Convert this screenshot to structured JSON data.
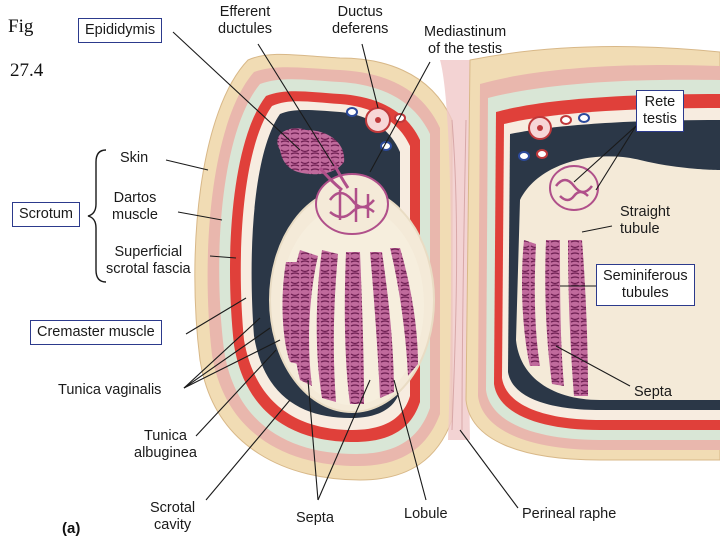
{
  "figure": {
    "fig_word": "Fig",
    "fig_number": "27.4",
    "part_label": "(a)"
  },
  "labels": {
    "epididymis": "Epididymis",
    "efferent_ductules": [
      "Efferent",
      "ductules"
    ],
    "ductus_deferens": [
      "Ductus",
      "deferens"
    ],
    "mediastinum": [
      "Mediastinum",
      "of the testis"
    ],
    "rete_testis": [
      "Rete",
      "testis"
    ],
    "skin": "Skin",
    "dartos_muscle": [
      "Dartos",
      "muscle"
    ],
    "scrotum": "Scrotum",
    "superficial_scrotal_fascia": [
      "Superficial",
      "scrotal fascia"
    ],
    "straight_tubule": [
      "Straight",
      "tubule"
    ],
    "seminiferous_tubules": [
      "Seminiferous",
      "tubules"
    ],
    "cremaster_muscle": "Cremaster muscle",
    "tunica_vaginalis": "Tunica vaginalis",
    "tunica_albuginea": [
      "Tunica",
      "albuginea"
    ],
    "septa_right": "Septa",
    "scrotal_cavity": [
      "Scrotal",
      "cavity"
    ],
    "septa_bottom": "Septa",
    "lobule": "Lobule",
    "perineal_raphe": "Perineal raphe"
  },
  "colors": {
    "outline": "#2c3a8c",
    "skin": "#f1dcb4",
    "dartos": "#e8a8a0",
    "fascia": "#d9e6d6",
    "cremaster": "#e0403a",
    "vaginalis": "#f7ece0",
    "cavity": "#2b3747",
    "albuginea": "#f4ead8",
    "lobule_bg": "#f6eedd",
    "tubule": "#b0508a",
    "raphe": "#f0c8c8"
  }
}
